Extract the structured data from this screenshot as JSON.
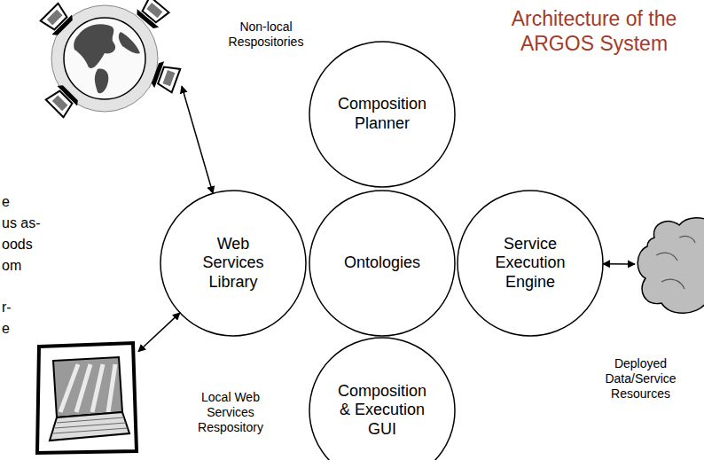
{
  "diagram": {
    "title": "Architecture of the ARGOS System",
    "nodes": [
      {
        "text": [
          "Non-local Respositories"
        ]
      },
      {
        "text": [
          "Composition Planner"
        ]
      },
      {
        "text": [
          "Web Services Library"
        ]
      },
      {
        "text": [
          "Ontologies"
        ]
      },
      {
        "text": [
          "Service Execution Engine"
        ]
      },
      {
        "text": [
          "Composition & Execution GUI"
        ]
      },
      {
        "text": [
          "Local Web Services Respository"
        ]
      },
      {
        "text": [
          "Deployed Data/Service Resources"
        ]
      }
    ],
    "edges": [
      {
        "from": 0,
        "to": 2,
        "arrow": "both"
      },
      {
        "from": 6,
        "to": 2,
        "arrow": "both"
      },
      {
        "from": 4,
        "to": 7,
        "arrow": "both"
      }
    ],
    "labels": [
      "e",
      "us as-",
      "oods",
      "om",
      "r-",
      "e"
    ]
  }
}
